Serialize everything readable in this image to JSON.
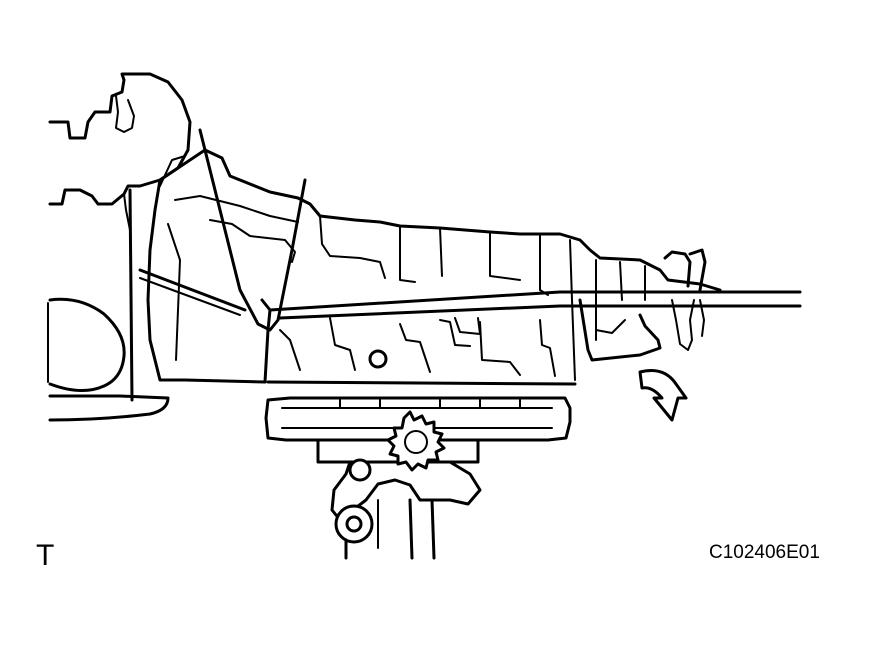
{
  "view_label": "T",
  "figure_code": "C102406E01",
  "line_color": "#000000",
  "background_color": "#ffffff",
  "icons": {
    "rotation_arrow": "curved-arrow-clockwise-down"
  }
}
